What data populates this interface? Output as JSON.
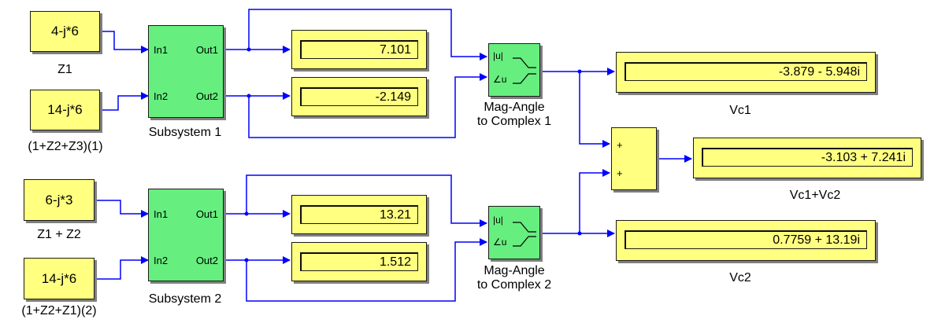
{
  "constants": {
    "c1": {
      "value": "4-j*6",
      "label": "Z1"
    },
    "c2": {
      "value": "14-j*6",
      "label": "(1+Z2+Z3)(1)"
    },
    "c3": {
      "value": "6-j*3",
      "label": "Z1 + Z2"
    },
    "c4": {
      "value": "14-j*6",
      "label": "(1+Z2+Z1)(2)"
    }
  },
  "subsystems": {
    "s1": {
      "label": "Subsystem 1",
      "in1": "In1",
      "in2": "In2",
      "out1": "Out1",
      "out2": "Out2"
    },
    "s2": {
      "label": "Subsystem 2",
      "in1": "In1",
      "in2": "In2",
      "out1": "Out1",
      "out2": "Out2"
    }
  },
  "displays": {
    "d1": "7.101",
    "d2": "-2.149",
    "d3": "13.21",
    "d4": "1.512",
    "vc1": {
      "value": "-3.879 - 5.948i",
      "label": "Vc1"
    },
    "sum": {
      "value": "-3.103 + 7.241i",
      "label": "Vc1+Vc2"
    },
    "vc2": {
      "value": "0.7759 + 13.19i",
      "label": "Vc2"
    }
  },
  "mag_angle": {
    "m1": {
      "label": "Mag-Angle",
      "label2": "to Complex 1",
      "port1": "|u|",
      "port2": "∠u"
    },
    "m2": {
      "label": "Mag-Angle",
      "label2": "to Complex 2",
      "port1": "|u|",
      "port2": "∠u"
    }
  },
  "sum_block": {
    "sign1": "+",
    "sign2": "+"
  },
  "colors": {
    "wire": "#0000ff",
    "block_yellow": "#ffff80",
    "block_green": "#66ef7f"
  }
}
